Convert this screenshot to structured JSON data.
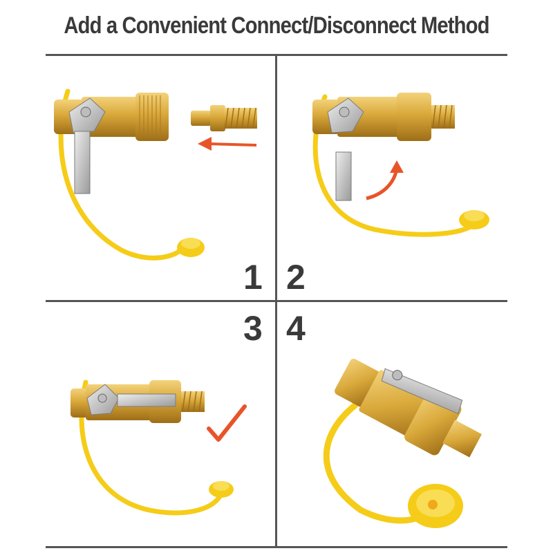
{
  "title": "Add a Convenient Connect/Disconnect Method",
  "steps": [
    {
      "number": "1"
    },
    {
      "number": "2"
    },
    {
      "number": "3"
    },
    {
      "number": "4"
    }
  ],
  "colors": {
    "brass": "#d9a83a",
    "brass_light": "#f0cc6a",
    "brass_dark": "#a9781c",
    "cap_yellow": "#f5cc18",
    "steel": "#c8c8c8",
    "arrow_orange": "#e8542a",
    "line": "#555555",
    "text": "#3a3a3a"
  }
}
